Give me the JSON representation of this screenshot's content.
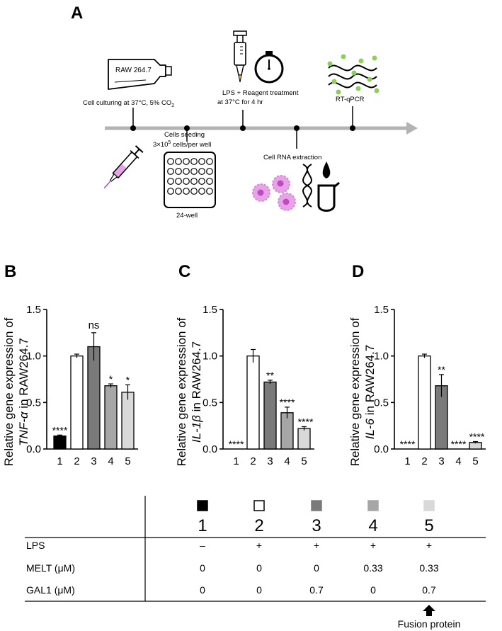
{
  "panel_labels": {
    "a": "A",
    "b": "B",
    "c": "C",
    "d": "D"
  },
  "workflow": {
    "flask_label": "RAW 264.7",
    "step1": "Cell culturing at 37°C, 5% CO",
    "step1_sub": "2",
    "step2_line1": "Cells seeding",
    "step2_line2_a": "3×10",
    "step2_line2_sup": "5",
    "step2_line2_b": " cells/per well",
    "plate_label": "24-well",
    "step3_line1": "LPS + Reagent treatment",
    "step3_line2": "at 37°C for 4 hr",
    "step4": "Cell RNA extraction",
    "step5": "RT-qPCR"
  },
  "colors": {
    "bar1": "#000000",
    "bar2": "#ffffff",
    "bar3": "#7a7a7a",
    "bar4": "#a6a6a6",
    "bar5": "#d9d9d9",
    "timeline": "#b3b3b3",
    "cell": "#e8a3e8",
    "cell_nucleus": "#c04ac0",
    "dna_green": "#8ccf5a"
  },
  "chart_data": [
    {
      "type": "bar",
      "ylabel_line1": "Relative gene expression of",
      "ylabel_gene": "TNF-α",
      "ylabel_tail": " in RAW264.7",
      "categories": [
        "1",
        "2",
        "3",
        "4",
        "5"
      ],
      "values": [
        0.14,
        1.0,
        1.1,
        0.68,
        0.61
      ],
      "errors": [
        0.01,
        0.02,
        0.15,
        0.02,
        0.08
      ],
      "significance": [
        "****",
        "",
        "ns",
        "*",
        "*"
      ],
      "ylim": [
        0,
        1.5
      ],
      "yticks": [
        "0.0",
        "0.5",
        "1.0",
        "1.5"
      ]
    },
    {
      "type": "bar",
      "ylabel_line1": "Relative gene expression of",
      "ylabel_gene": "IL-1β",
      "ylabel_tail": " in RAW264.7",
      "categories": [
        "1",
        "2",
        "3",
        "4",
        "5"
      ],
      "values": [
        0.0,
        1.0,
        0.72,
        0.39,
        0.22
      ],
      "errors": [
        0.0,
        0.07,
        0.02,
        0.06,
        0.02
      ],
      "significance": [
        "****",
        "",
        "**",
        "****",
        "****"
      ],
      "ylim": [
        0,
        1.5
      ],
      "yticks": [
        "0.0",
        "0.5",
        "1.0",
        "1.5"
      ]
    },
    {
      "type": "bar",
      "ylabel_line1": "Relative gene expression of",
      "ylabel_gene": "IL-6",
      "ylabel_tail": " in RAW264.7",
      "categories": [
        "1",
        "2",
        "3",
        "4",
        "5"
      ],
      "values": [
        0.0,
        1.0,
        0.68,
        0.0,
        0.07
      ],
      "errors": [
        0.0,
        0.02,
        0.12,
        0.0,
        0.01
      ],
      "significance": [
        "****",
        "",
        "**",
        "****",
        "****"
      ],
      "ylim": [
        0,
        1.5
      ],
      "yticks": [
        "0.0",
        "0.5",
        "1.0",
        "1.5"
      ]
    }
  ],
  "conditions_table": {
    "columns": [
      "1",
      "2",
      "3",
      "4",
      "5"
    ],
    "rows": [
      {
        "label": "LPS",
        "values": [
          "–",
          "+",
          "+",
          "+",
          "+"
        ]
      },
      {
        "label": "MELT (μM)",
        "values": [
          "0",
          "0",
          "0",
          "0.33",
          "0.33"
        ]
      },
      {
        "label": "GAL1 (μM)",
        "values": [
          "0",
          "0",
          "0.7",
          "0",
          "0.7"
        ]
      }
    ],
    "footnote": "Fusion protein"
  }
}
